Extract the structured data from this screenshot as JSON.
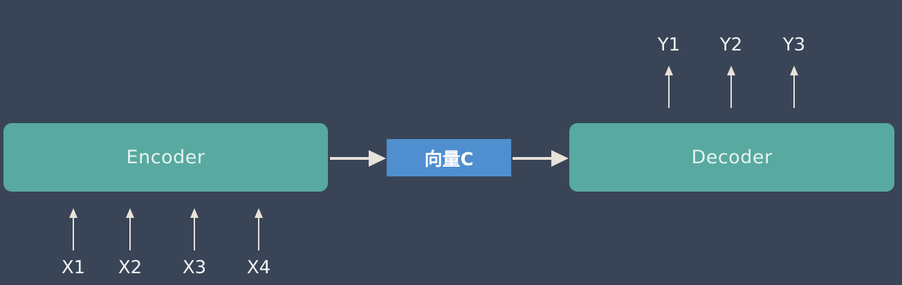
{
  "diagram": {
    "encoder_label": "Encoder",
    "vector_label": "向量C",
    "decoder_label": "Decoder",
    "inputs": [
      "X1",
      "X2",
      "X3",
      "X4"
    ],
    "outputs": [
      "Y1",
      "Y2",
      "Y3"
    ],
    "colors": {
      "background": "#394557",
      "block_fill": "#58a9a0",
      "vector_fill": "#4f8fcf",
      "arrow": "#e8e2da",
      "text": "#f2f2f2"
    }
  }
}
